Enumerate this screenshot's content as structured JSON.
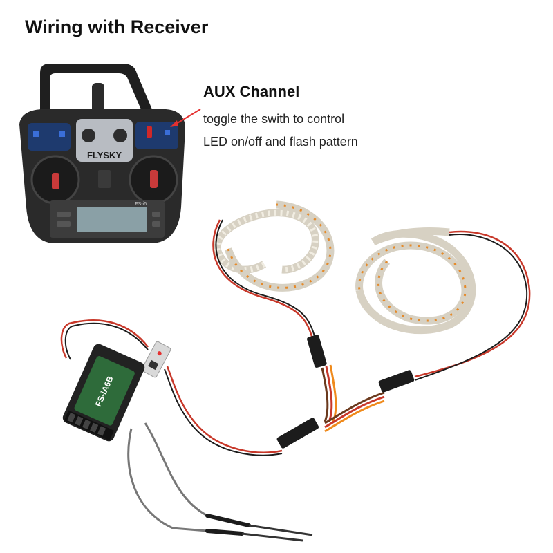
{
  "title": "Wiring with Receiver",
  "callout": {
    "heading": "AUX Channel",
    "line1": "toggle the swith to control",
    "line2": "LED on/off and flash pattern"
  },
  "transmitter": {
    "brand": "FLYSKY",
    "model": "FS-i6"
  },
  "receiver": {
    "model": "FS-iA6B"
  },
  "colors": {
    "arrow": "#e53030",
    "transmitter_body": "#2a2a2a",
    "lcd": "#8aa0a6",
    "led_strip": "#f1ede2",
    "wire_red": "#c8382a",
    "wire_orange": "#ef8a1c",
    "wire_brown": "#6b3a1e",
    "wire_black": "#1c1c1c",
    "antenna": "#777777"
  }
}
